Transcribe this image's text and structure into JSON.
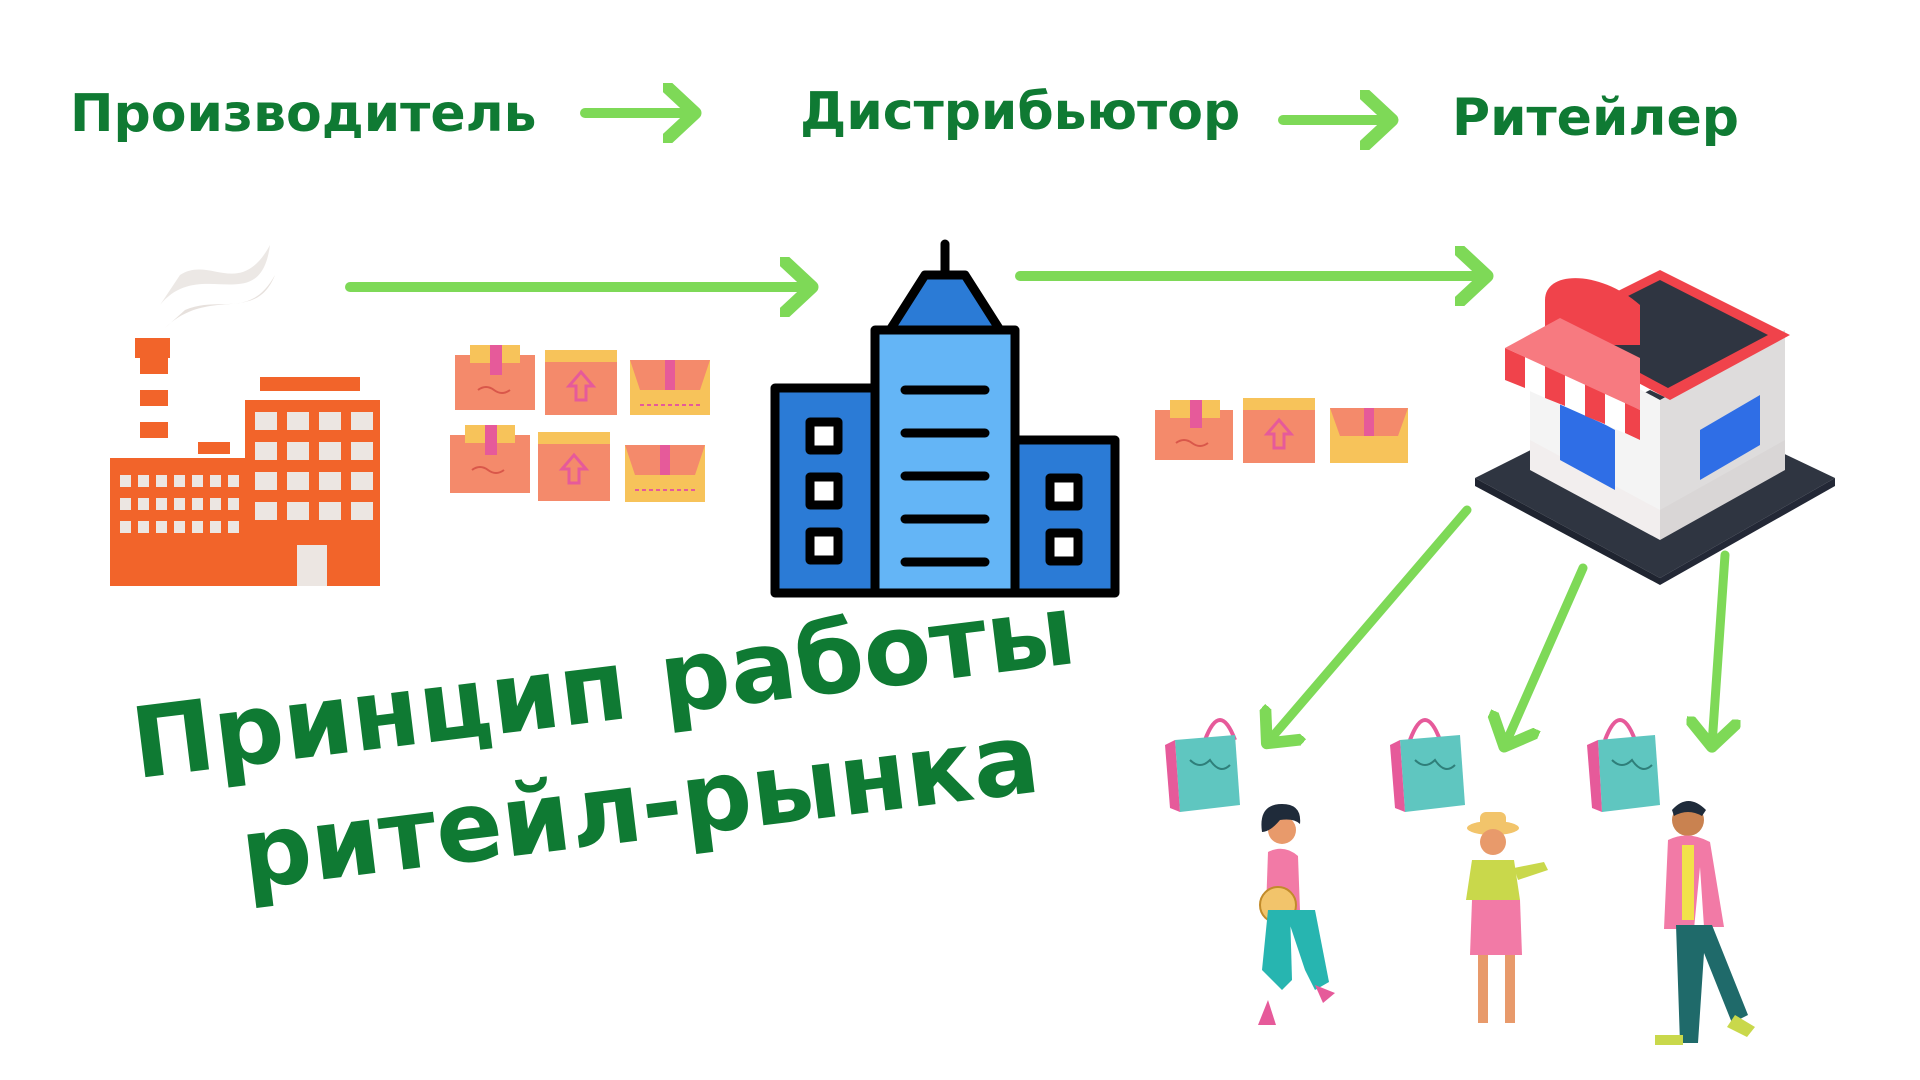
{
  "flow": {
    "producer": "Производитель",
    "distributor": "Дистрибьютор",
    "retailer": "Ритейлер"
  },
  "title": {
    "line1": "Принцип работы",
    "line2": "ритейл-рынка"
  },
  "icons": [
    "factory-icon",
    "box-icon",
    "office-building-icon",
    "shop-icon",
    "shopping-bag-icon",
    "shopper-icon",
    "arrow-icon"
  ],
  "colors": {
    "text_green": "#0f7a33",
    "arrow_green": "#7ed957",
    "factory_orange": "#f2642a",
    "building_blue": "#2b7bd6",
    "shop_red": "#f0434b"
  }
}
